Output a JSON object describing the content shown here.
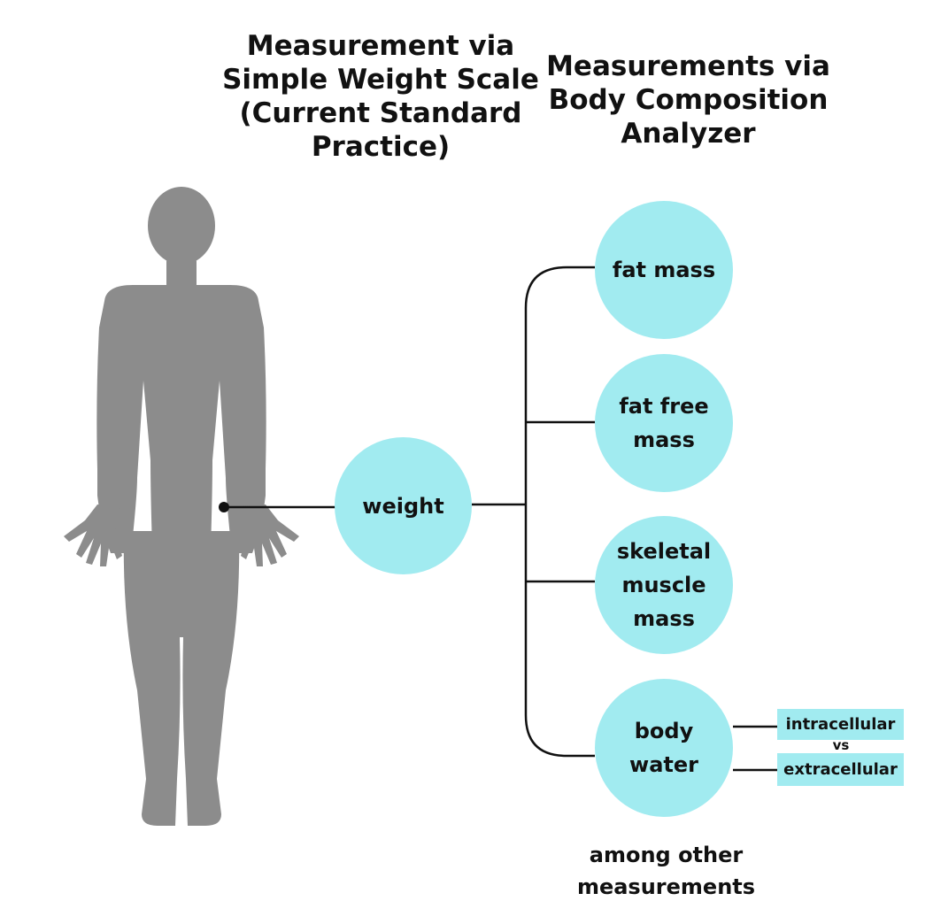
{
  "titles": {
    "left": "Measurement via\nSimple Weight Scale\n(Current Standard\nPractice)",
    "right": "Measurements via\nBody Composition\nAnalyzer"
  },
  "nodes": {
    "weight": "weight",
    "fat_mass": "fat mass",
    "fat_free_mass": "fat free\nmass",
    "skeletal_muscle_mass": "skeletal\nmuscle\nmass",
    "body_water": "body\nwater"
  },
  "water_types": {
    "intracellular": "intracellular",
    "separator": "vs",
    "extracellular": "extracellular"
  },
  "footer": "among other\nmeasurements",
  "colors": {
    "node_fill": "#a1ebf0",
    "silhouette": "#8c8c8c",
    "lines": "#111111"
  }
}
